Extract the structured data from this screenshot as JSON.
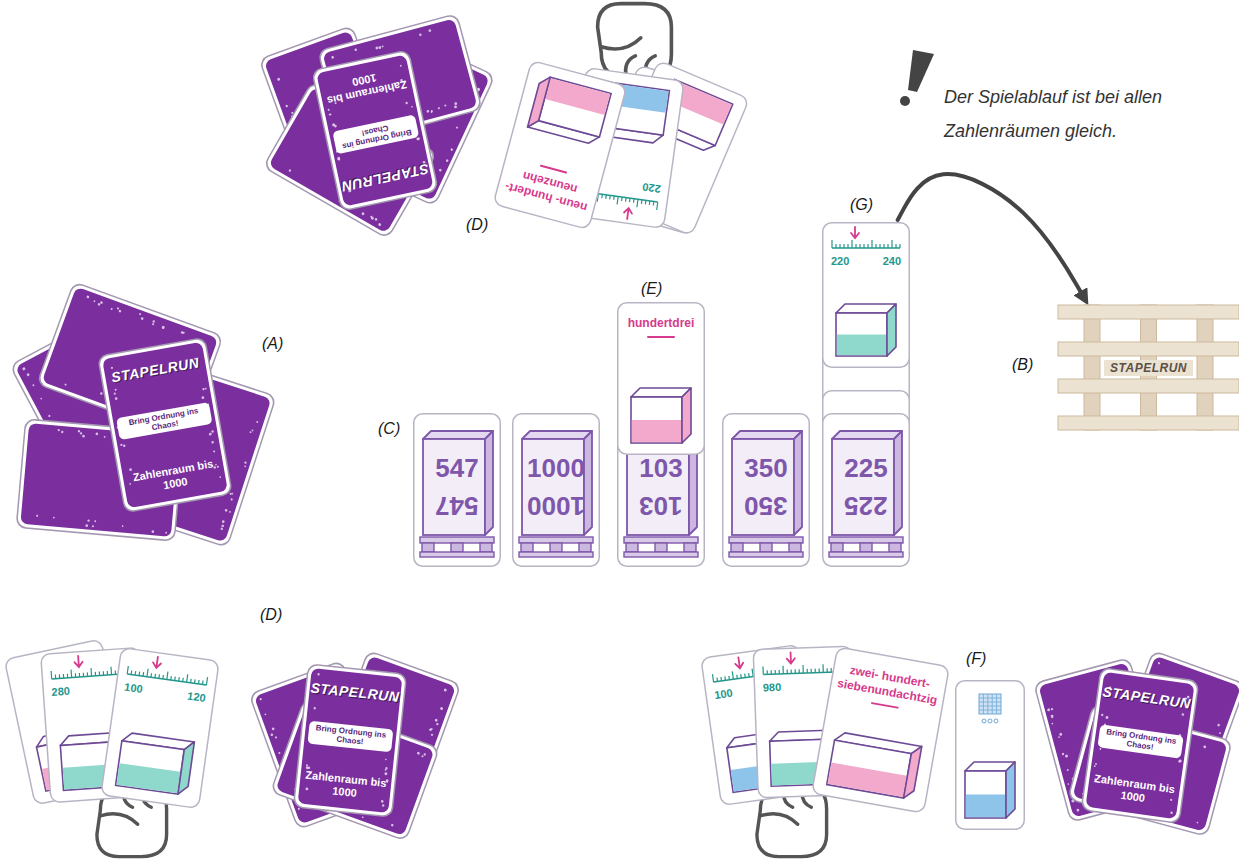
{
  "diagram": {
    "nodes": [
      {
        "text": [
          "STAPELRUN",
          "Bring Ordnung ins Chaos!",
          "Zahlenraum bis 1000"
        ]
      },
      {
        "text": [
          "STAPELRUN",
          "Bring Ordnung ins Chaos!",
          "Zahlenraum bis 1000"
        ]
      },
      {
        "text": [
          "220"
        ]
      },
      {
        "text": [
          "neun- hundert- neunzehn"
        ]
      },
      {
        "text": [
          "547",
          "547"
        ]
      },
      {
        "text": [
          "1000",
          "1000"
        ]
      },
      {
        "text": [
          "103",
          "103"
        ]
      },
      {
        "text": [
          "350",
          "350"
        ]
      },
      {
        "text": [
          "225",
          "225"
        ]
      },
      {
        "text": [
          "hundertdrei"
        ]
      },
      {
        "text": [
          "220",
          "240"
        ]
      },
      {
        "text": [
          "STAPELRUN"
        ]
      },
      {
        "text": [
          "280"
        ]
      },
      {
        "text": [
          "100",
          "120"
        ]
      },
      {
        "text": [
          "STAPELRUN",
          "Bring Ordnung ins Chaos!",
          "Zahlenraum bis 1000"
        ]
      },
      {
        "text": [
          "100"
        ]
      },
      {
        "text": [
          "980"
        ]
      },
      {
        "text": [
          "zwei- hundert- siebenundachtzig"
        ]
      },
      {
        "text": [
          "STAPELRUN",
          "Bring Ordnung ins Chaos!",
          "Zahlenraum bis 1000"
        ]
      }
    ],
    "edges": [
      {
        "from": 10,
        "to": 11,
        "arrow": "to"
      }
    ],
    "labels": [
      "Der Spielablauf ist bei allen Zahlenräumen gleich.",
      "(D)",
      "(G)",
      "(E)",
      "(A)",
      "(B)",
      "(C)",
      "(D)",
      "(F)"
    ]
  }
}
